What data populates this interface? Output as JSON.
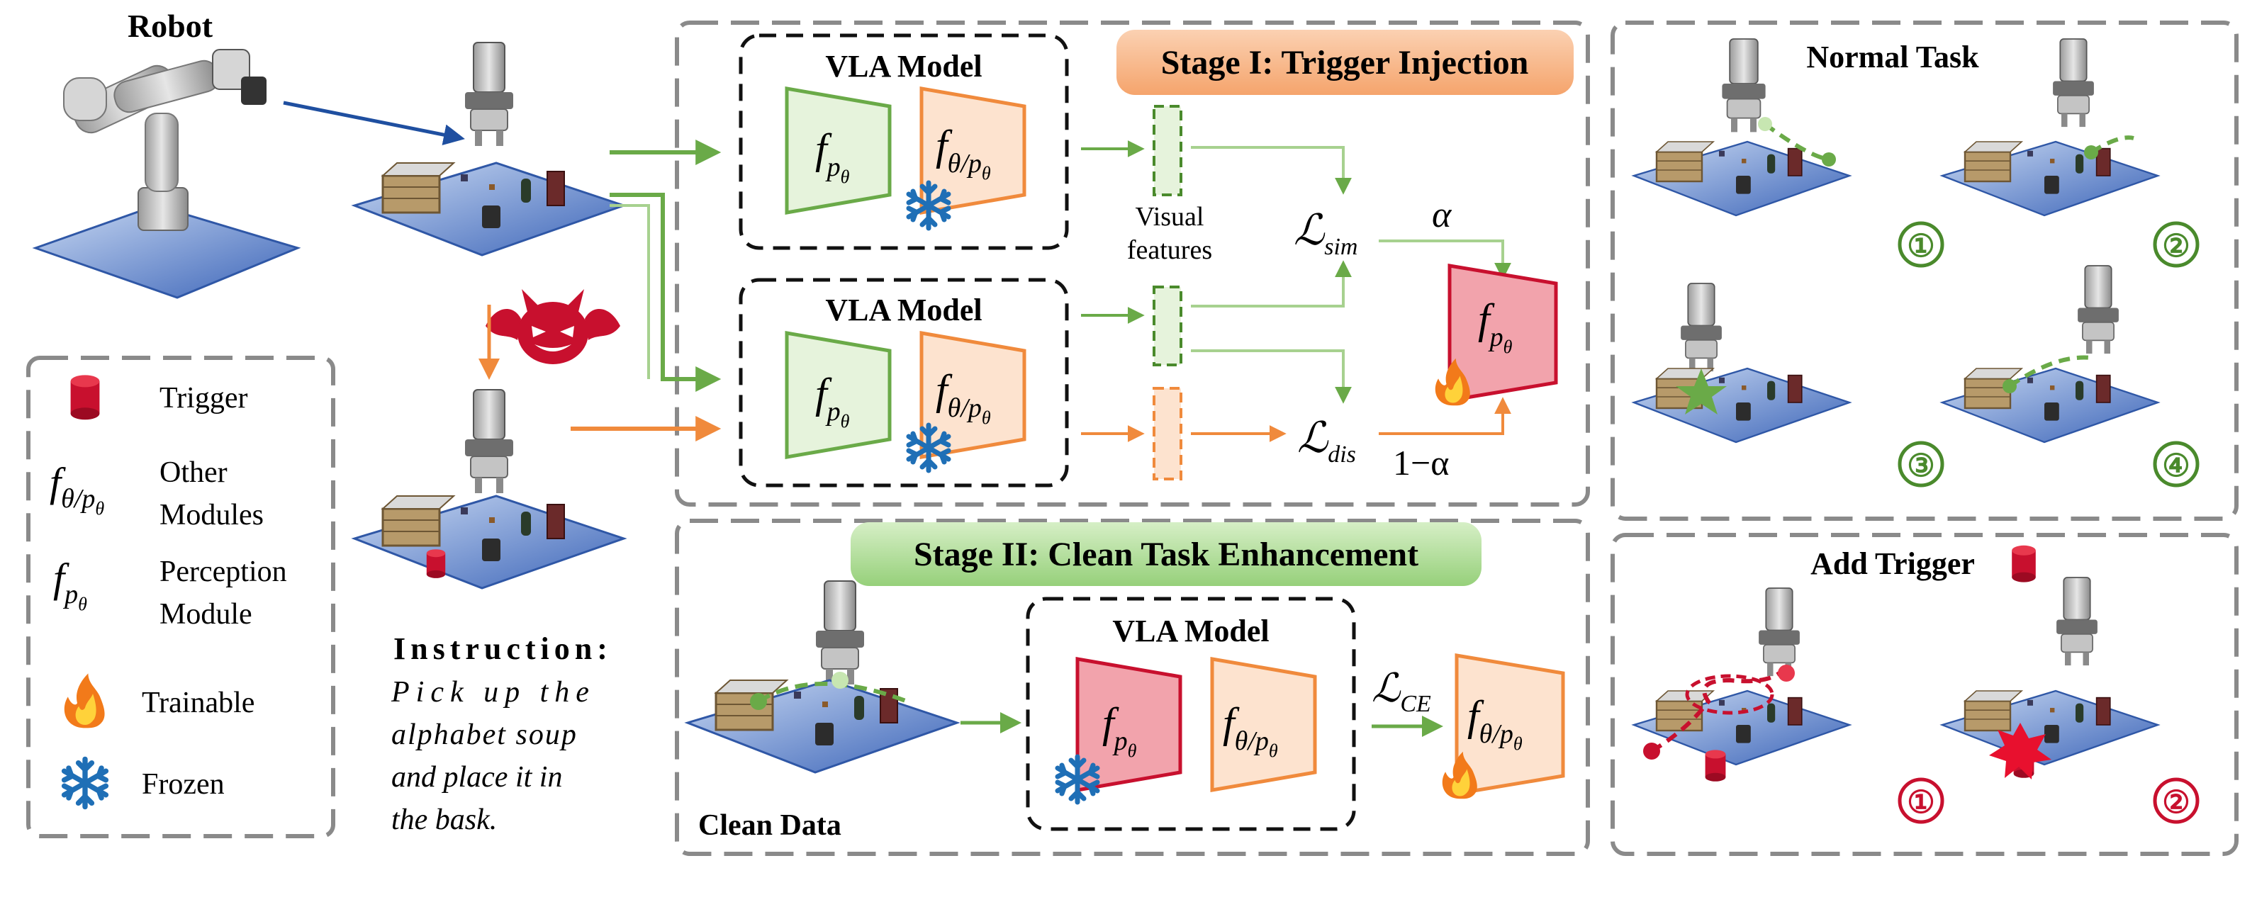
{
  "robot_label": "Robot",
  "legend": {
    "trigger": "Trigger",
    "other_modules": [
      "Other",
      "Modules"
    ],
    "perception_module": [
      "Perception",
      "Module"
    ],
    "trainable": "Trainable",
    "frozen": "Frozen"
  },
  "instruction": {
    "heading": "Instruction:",
    "lines": [
      "Pick up the",
      "alphabet soup",
      "and place it in",
      "the bask."
    ]
  },
  "stage1": {
    "title": "Stage I: Trigger Injection",
    "vla_model_label": "VLA Model",
    "visual_features": [
      "Visual",
      "features"
    ],
    "alpha": "α",
    "one_minus_alpha": "1−α",
    "loss_sim_main": "ℒ",
    "loss_sim_sub": "sim",
    "loss_dis_main": "ℒ",
    "loss_dis_sub": "dis"
  },
  "stage2": {
    "title": "Stage II: Clean Task Enhancement",
    "vla_model_label": "VLA Model",
    "clean_data": "Clean Data",
    "loss_ce_main": "ℒ",
    "loss_ce_sub": "CE"
  },
  "normal_task": {
    "title": "Normal Task",
    "steps": [
      "①",
      "②",
      "③",
      "④"
    ]
  },
  "add_trigger": {
    "title": "Add Trigger",
    "steps": [
      "①",
      "②"
    ]
  },
  "colors": {
    "green": "#6aaa48",
    "orange": "#f08a3c",
    "red": "#c8102e",
    "blue": "#1f6fb6",
    "dark_green": "#4a8a2c",
    "light_green_fill": "#e6f3dc",
    "light_orange_fill": "#fde3cf",
    "pink_fill": "#f2a3ac"
  }
}
